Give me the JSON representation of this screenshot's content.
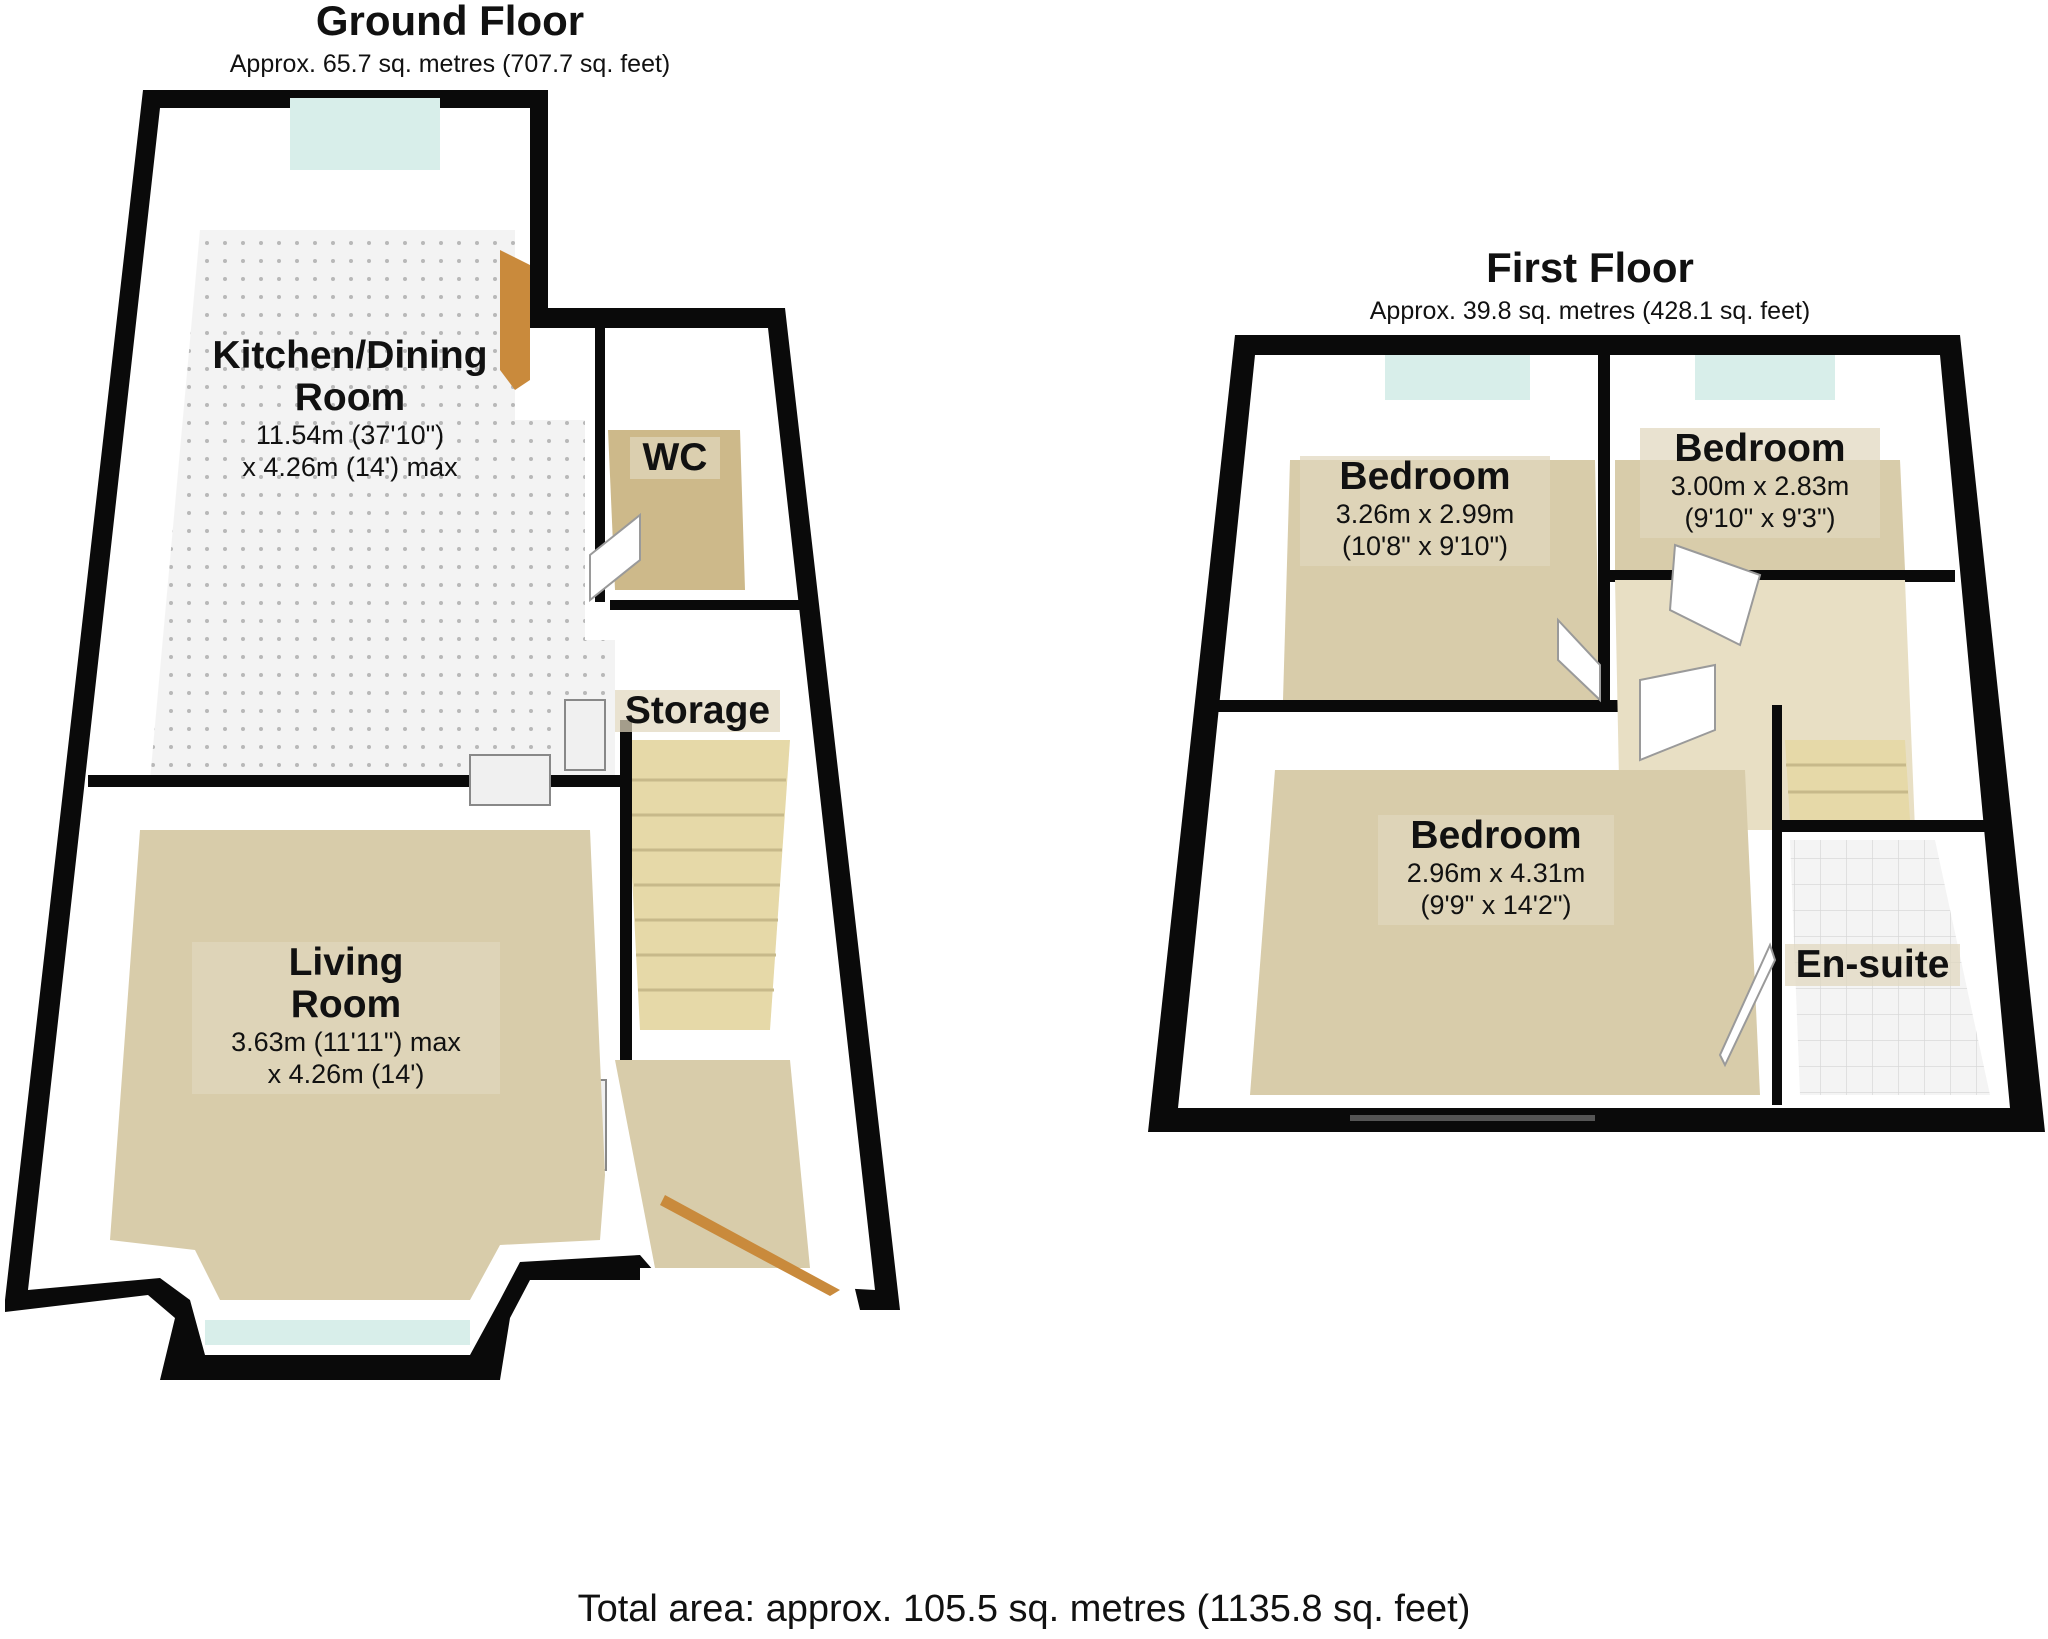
{
  "ground_floor": {
    "title": "Ground Floor",
    "area": "Approx. 65.7 sq. metres (707.7 sq. feet)",
    "rooms": {
      "kitchen": {
        "name_line1": "Kitchen/Dining",
        "name_line2": "Room",
        "dim_line1": "11.54m (37'10\")",
        "dim_line2": "x 4.26m (14') max"
      },
      "wc": {
        "name": "WC"
      },
      "storage": {
        "name": "Storage"
      },
      "living": {
        "name_line1": "Living",
        "name_line2": "Room",
        "dim_line1": "3.63m (11'11\") max",
        "dim_line2": "x 4.26m (14')"
      }
    }
  },
  "first_floor": {
    "title": "First Floor",
    "area": "Approx. 39.8 sq. metres (428.1 sq. feet)",
    "rooms": {
      "bedroom_left": {
        "name": "Bedroom",
        "dim_line1": "3.26m x 2.99m",
        "dim_line2": "(10'8\" x 9'10\")"
      },
      "bedroom_right": {
        "name": "Bedroom",
        "dim_line1": "3.00m x 2.83m",
        "dim_line2": "(9'10\" x 9'3\")"
      },
      "bedroom_main": {
        "name": "Bedroom",
        "dim_line1": "2.96m x 4.31m",
        "dim_line2": "(9'9\" x 14'2\")"
      },
      "ensuite": {
        "name": "En-suite"
      }
    }
  },
  "total_area": "Total area: approx. 105.5 sq. metres (1135.8 sq. feet)",
  "colors": {
    "wall": "#0a0a0a",
    "wall_inner": "#fafafa",
    "carpet": "#d8ccaa",
    "tile": "#f2f2f2",
    "window": "#d8eeea",
    "door_wood": "#c98a3c",
    "stairs": "#e6d9a8"
  }
}
